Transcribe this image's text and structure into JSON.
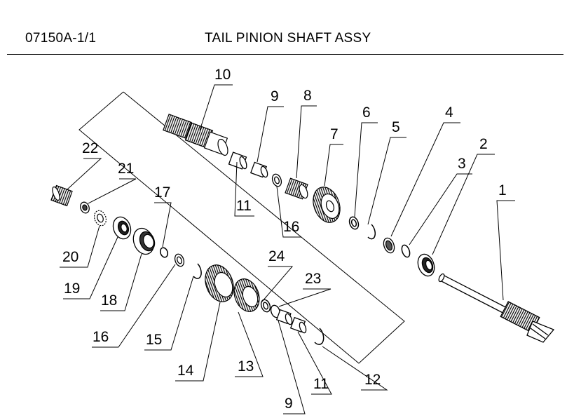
{
  "header": {
    "code": "07150A-1/1",
    "title": "TAIL PINION SHAFT ASSY"
  },
  "callouts": [
    {
      "id": "c1",
      "text": "1"
    },
    {
      "id": "c2",
      "text": "2"
    },
    {
      "id": "c3",
      "text": "3"
    },
    {
      "id": "c4",
      "text": "4"
    },
    {
      "id": "c5",
      "text": "5"
    },
    {
      "id": "c6",
      "text": "6"
    },
    {
      "id": "c7",
      "text": "7"
    },
    {
      "id": "c8",
      "text": "8"
    },
    {
      "id": "c9a",
      "text": "9"
    },
    {
      "id": "c10",
      "text": "10"
    },
    {
      "id": "c11a",
      "text": "11"
    },
    {
      "id": "c16a",
      "text": "16"
    },
    {
      "id": "c22",
      "text": "22"
    },
    {
      "id": "c21",
      "text": "21"
    },
    {
      "id": "c17",
      "text": "17"
    },
    {
      "id": "c20",
      "text": "20"
    },
    {
      "id": "c19",
      "text": "19"
    },
    {
      "id": "c18",
      "text": "18"
    },
    {
      "id": "c16b",
      "text": "16"
    },
    {
      "id": "c15",
      "text": "15"
    },
    {
      "id": "c14",
      "text": "14"
    },
    {
      "id": "c13",
      "text": "13"
    },
    {
      "id": "c24",
      "text": "24"
    },
    {
      "id": "c23",
      "text": "23"
    },
    {
      "id": "c9b",
      "text": "9"
    },
    {
      "id": "c11b",
      "text": "11"
    },
    {
      "id": "c12",
      "text": "12"
    }
  ]
}
